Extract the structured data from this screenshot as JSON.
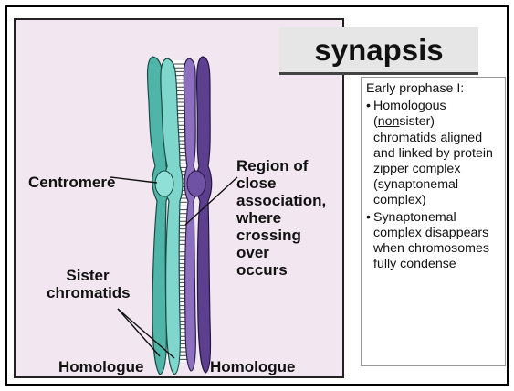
{
  "diagram": {
    "labels": {
      "centromere": "Centromere",
      "sister_chromatids": [
        "Sister",
        "chromatids"
      ],
      "region": [
        "Region of",
        "close",
        "association,",
        "where",
        "crossing",
        "over",
        "occurs"
      ],
      "homologue_left": "Homologue",
      "homologue_right": "Homologue"
    },
    "colors": {
      "panel_bg": "#f2e6f0",
      "teal_chromatid": "#5fc4b8",
      "purple_chromatid": "#7a5aa8",
      "zipper": "#444444"
    }
  },
  "title": "synapsis",
  "notes": {
    "heading": "Early prophase I:",
    "bullets": [
      {
        "mark": "•",
        "pre": "Homologous (",
        "underlined": "non",
        "post": "sister) chromatids aligned and linked by protein zipper complex (synaptonemal complex)"
      },
      {
        "mark": "•",
        "text": "Synaptonemal complex disappears when chromosomes fully condense"
      }
    ]
  }
}
